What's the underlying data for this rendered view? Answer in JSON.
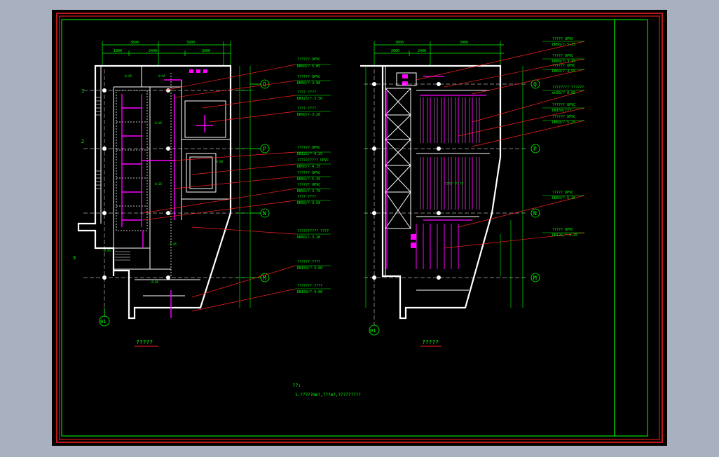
{
  "colors": {
    "background": "#000000",
    "frame_red": "#ff2020",
    "frame_green": "#00ff00",
    "pipe_magenta": "#ff00ff",
    "wall_white": "#ffffff",
    "dim_green": "#00ff00",
    "axis_white": "#ffffff"
  },
  "left_plan": {
    "title": "?????",
    "dims_top_1": [
      "3600",
      "3900"
    ],
    "dims_top_2": [
      "1800",
      "2400",
      "3000"
    ],
    "axis_labels": {
      "Q": "Q",
      "P": "P",
      "N": "N",
      "M": "M",
      "01": "01"
    },
    "side_labels": [
      "1",
      "2",
      "3"
    ],
    "callouts": [
      {
        "line1": "?????? UPVC",
        "line2": "DN50/?-5.05"
      },
      {
        "line1": "?????? UPVC",
        "line2": "DN50/?-3.90"
      },
      {
        "line1": "???? ????",
        "line2": "DN125/?-3.50"
      },
      {
        "line1": "???? ????",
        "line2": "DN50/?-3.20"
      },
      {
        "line1": "?????? UPVC",
        "line2": "DN125/?-4.25"
      },
      {
        "line1": "?????????? UPVC",
        "line2": "DN50/?-4.25"
      },
      {
        "line1": "?????? UPVC",
        "line2": "DN50/?-5.45"
      },
      {
        "line1": "?????? UPVC",
        "line2": "DN50/?-3.70"
      },
      {
        "line1": "???? ????",
        "line2": "DN50/?-3.50"
      },
      {
        "line1": "?????????? ????",
        "line2": "DN50/?-3.20"
      },
      {
        "line1": "?????? ????",
        "line2": "DN150/?-3.60"
      },
      {
        "line1": "??????? ????",
        "line2": "DN150/?-4.60"
      }
    ],
    "levels": [
      "-0.05",
      "-0.05",
      "-0.05",
      "-3.00",
      "-0.05",
      "-0.05",
      "-0.05",
      "-0.05"
    ]
  },
  "right_plan": {
    "title": "?????",
    "dims_top_1": [
      "3600",
      "3900"
    ],
    "dims_top_2": [
      "2000",
      "2400"
    ],
    "axis_labels": {
      "Q": "Q",
      "P": "P",
      "N": "N",
      "M": "M",
      "01": "01"
    },
    "callouts": [
      {
        "line1": "????? UPVC",
        "line2": "DN50/?-5.35"
      },
      {
        "line1": "????? UPVC",
        "line2": "DN50/?-3.35"
      },
      {
        "line1": "?????? UPVC",
        "line2": "DN50/?-3.55"
      },
      {
        "line1": "???????? ??????",
        "line2": "dn50/?-0.05"
      },
      {
        "line1": "?????? UPVC",
        "line2": "DN150/???"
      },
      {
        "line1": "?????? UPVC",
        "line2": "DN50/?-5.25"
      },
      {
        "line1": "????? UPVC",
        "line2": "DN50/?-5.25"
      },
      {
        "line1": "????? UPVC",
        "line2": "DN125/?-5.25"
      }
    ],
    "center_note": "???? ????"
  },
  "notes": {
    "heading": "??:",
    "line1": "1.?????mm?,???m?,?????????"
  }
}
